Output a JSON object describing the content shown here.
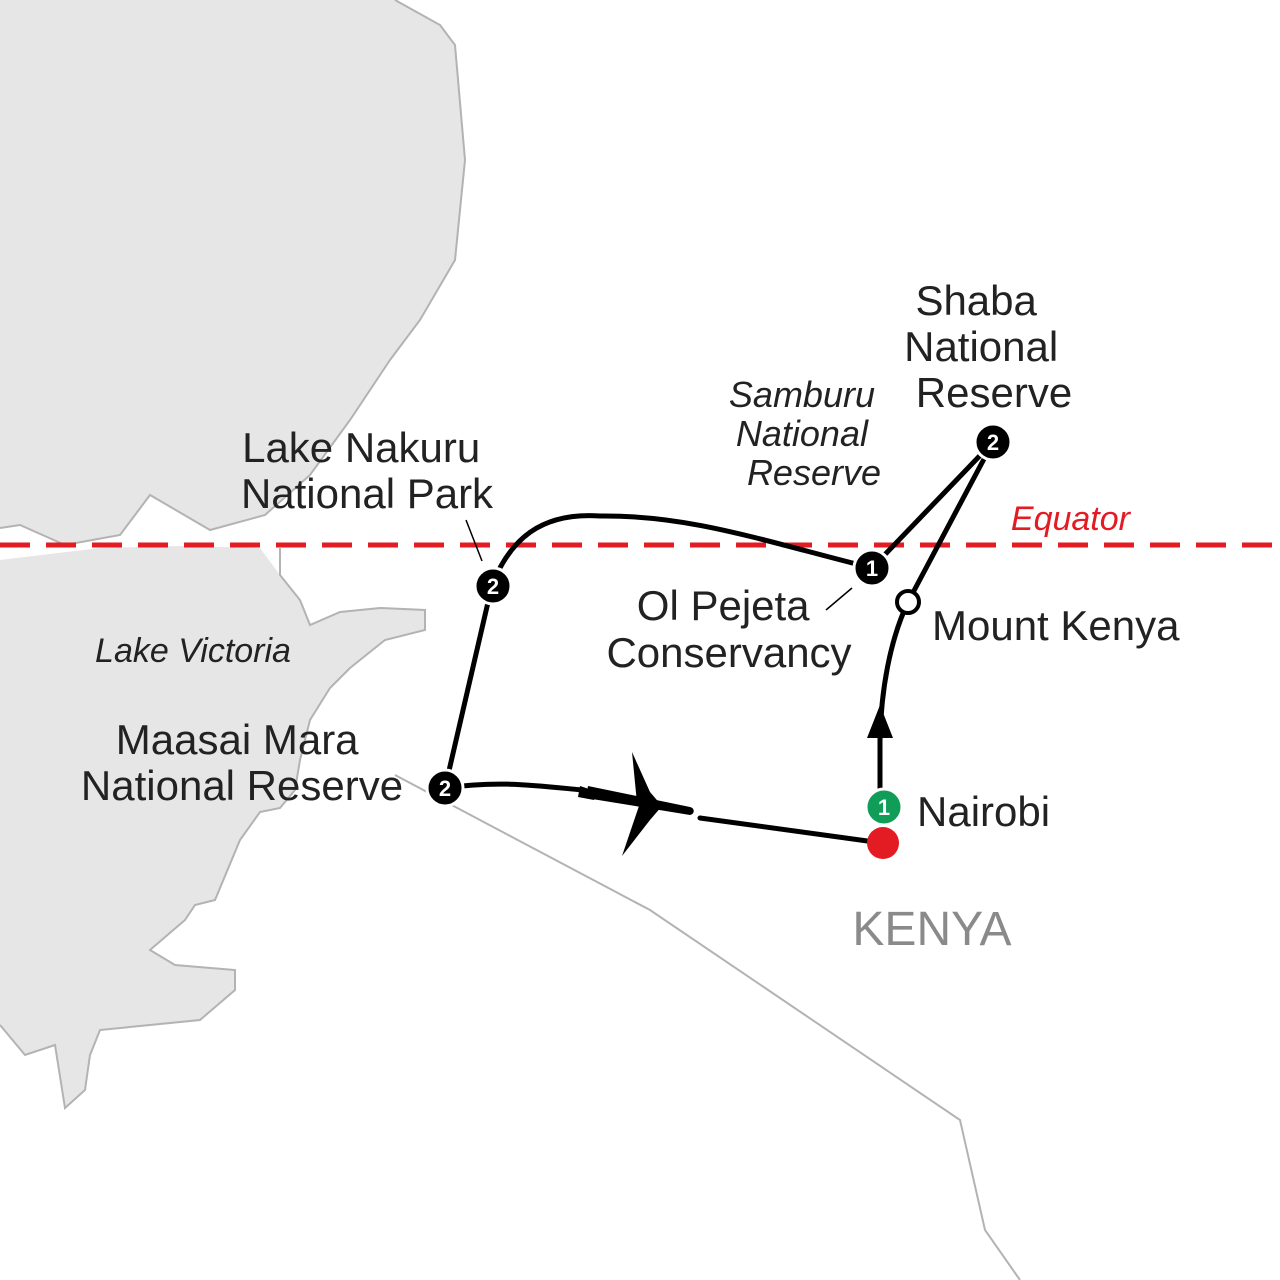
{
  "map": {
    "country_label": "KENYA",
    "equator_label": "Equator",
    "lake_label": "Lake Victoria",
    "colors": {
      "background": "#ffffff",
      "land": "#e6e6e6",
      "border": "#b3b3b3",
      "route": "#000000",
      "equator": "#e31b23",
      "start": "#0f9d58",
      "end": "#e31b23",
      "stop": "#000000"
    },
    "places": {
      "shaba": {
        "lines": [
          "Shaba",
          "National",
          "Reserve"
        ],
        "nights": "2"
      },
      "samburu": {
        "lines": [
          "Samburu",
          "National",
          "Reserve"
        ]
      },
      "nakuru": {
        "lines": [
          "Lake Nakuru",
          "National Park"
        ],
        "nights": "2"
      },
      "ol_pejeta": {
        "lines": [
          "Ol Pejeta",
          "Conservancy"
        ],
        "nights": "1"
      },
      "mount_kenya": {
        "label": "Mount Kenya"
      },
      "maasai_mara": {
        "lines": [
          "Maasai Mara",
          "National Reserve"
        ],
        "nights": "2"
      },
      "nairobi": {
        "label": "Nairobi",
        "nights": "1"
      }
    },
    "icons": [
      "airplane-icon",
      "direction-arrow-icon"
    ]
  }
}
